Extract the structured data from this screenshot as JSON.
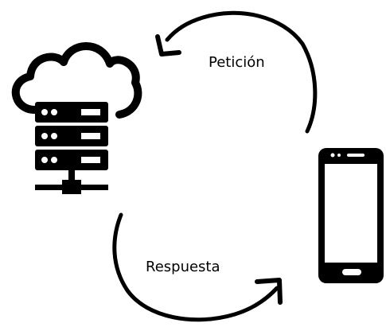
{
  "diagram": {
    "request_label": "Petición",
    "response_label": "Respuesta"
  },
  "nodes": [
    {
      "name": "cloud-server",
      "icon": "cloud-server-icon"
    },
    {
      "name": "mobile-phone",
      "icon": "smartphone-icon"
    }
  ],
  "edges": [
    {
      "from": "mobile-phone",
      "to": "cloud-server",
      "label_key": "request_label"
    },
    {
      "from": "cloud-server",
      "to": "mobile-phone",
      "label_key": "response_label"
    }
  ],
  "colors": {
    "background": "#ffffff",
    "foreground": "#000000"
  }
}
